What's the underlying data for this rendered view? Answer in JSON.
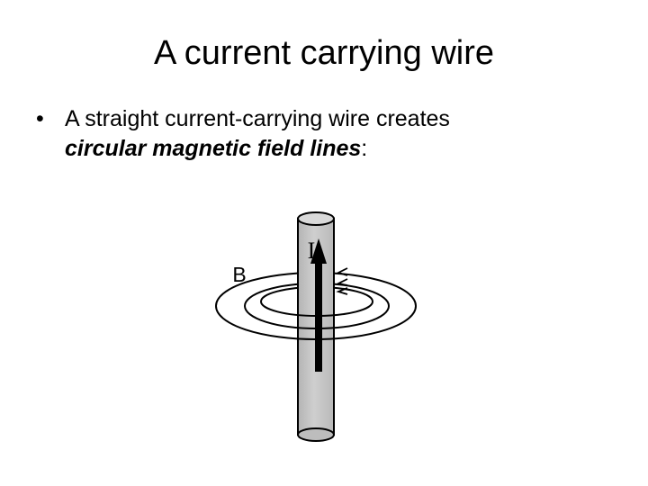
{
  "slide": {
    "title": "A current carrying wire",
    "bullet": {
      "lead": "A straight current-carrying wire creates",
      "emphasis": "circular magnetic field lines",
      "trail": ":"
    }
  },
  "diagram": {
    "current_label": "I",
    "field_label": "B",
    "colors": {
      "wire_fill": "#c8c8c8",
      "wire_top": "#d8d8d8",
      "stroke": "#000000"
    }
  }
}
